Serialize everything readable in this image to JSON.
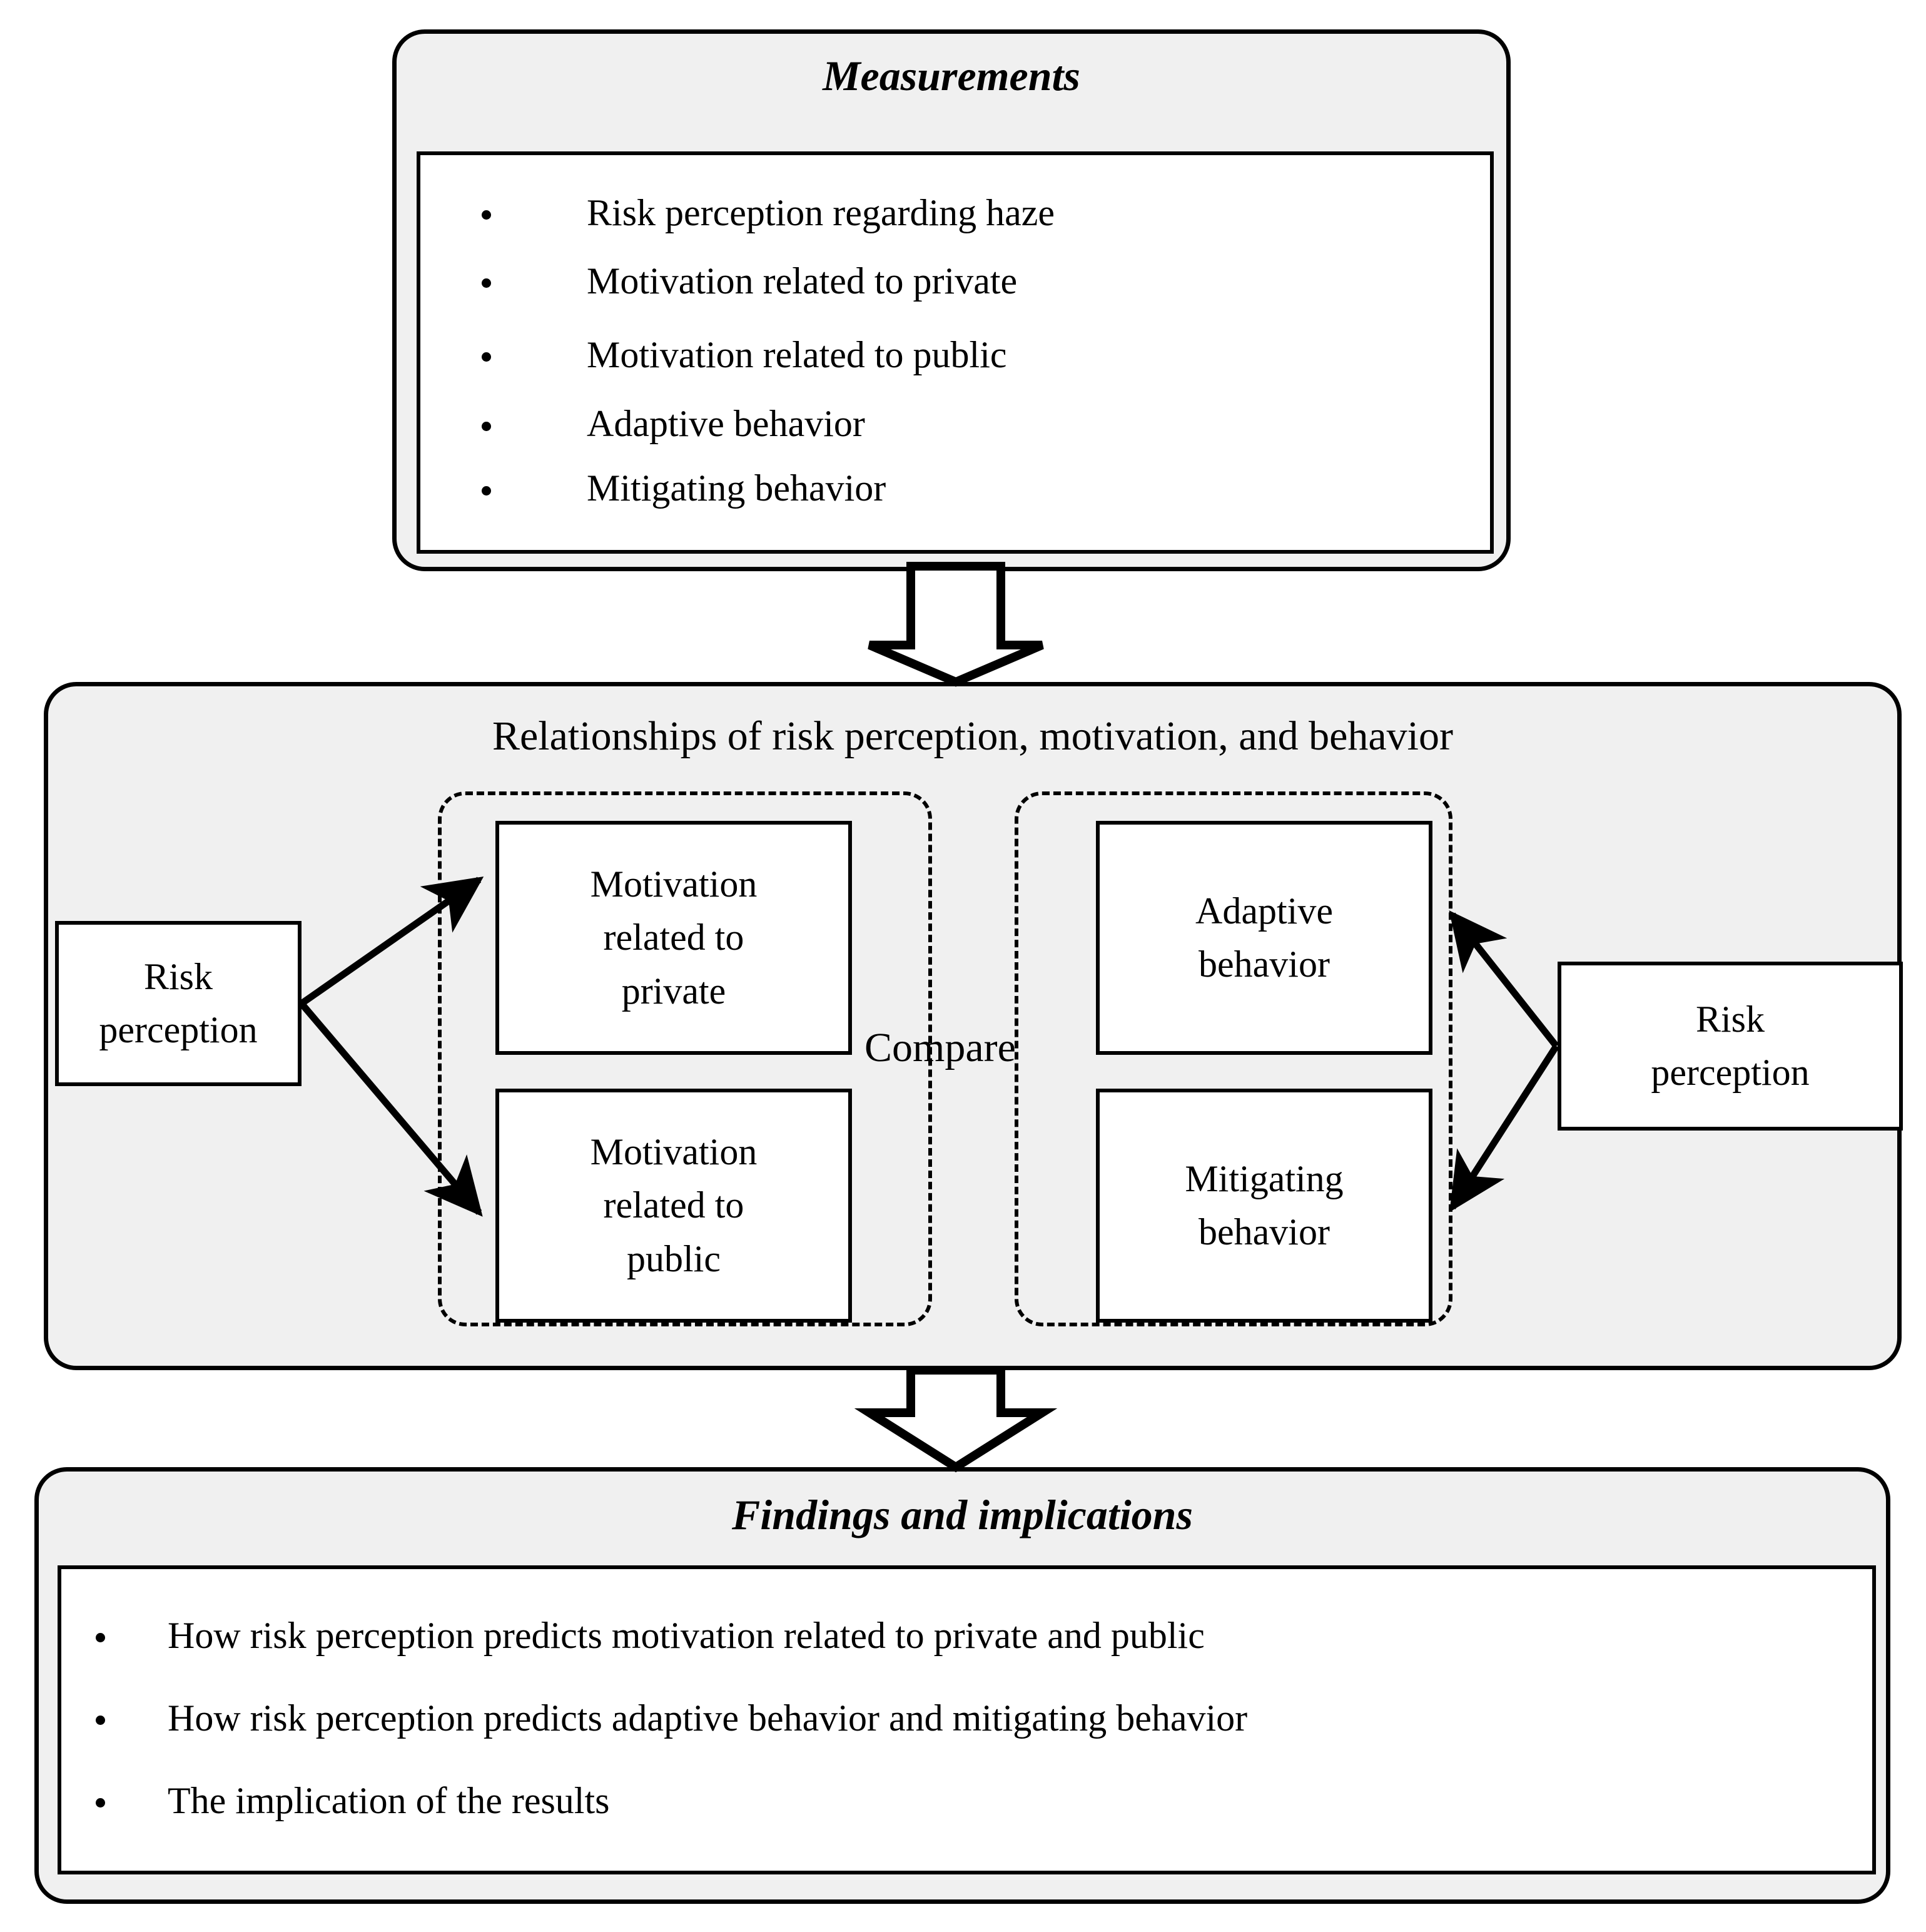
{
  "figure": {
    "background": "#ffffff",
    "panel_fill": "#f0f0f0",
    "stroke": "#000000"
  },
  "measurements": {
    "title": "Measurements",
    "items": [
      "Risk perception regarding haze",
      "Motivation related to private",
      "Motivation related to public",
      "Adaptive behavior",
      "Mitigating behavior"
    ]
  },
  "relationships": {
    "title": "Relationships of risk perception, motivation, and behavior",
    "compare_label": "Compare",
    "left_source": "Risk perception",
    "right_source": "Risk perception",
    "left_group": [
      "Motivation\nrelated to\nprivate",
      "Motivation\nrelated to\npublic"
    ],
    "left_group_boxes": [
      {
        "line1": "Motivation",
        "line2": "related to",
        "line3": "private"
      },
      {
        "line1": "Motivation",
        "line2": "related to",
        "line3": "public"
      }
    ],
    "right_group_boxes": [
      {
        "line1": "Adaptive",
        "line2": "behavior"
      },
      {
        "line1": "Mitigating",
        "line2": "behavior"
      }
    ]
  },
  "findings": {
    "title": "Findings and implications",
    "items": [
      "How risk perception predicts motivation related to private and public",
      "How risk perception predicts adaptive behavior and mitigating behavior",
      "The implication of the results"
    ]
  },
  "flow_arrows": {
    "top_to_middle": "block-arrow-down",
    "middle_to_bottom": "block-arrow-down"
  }
}
